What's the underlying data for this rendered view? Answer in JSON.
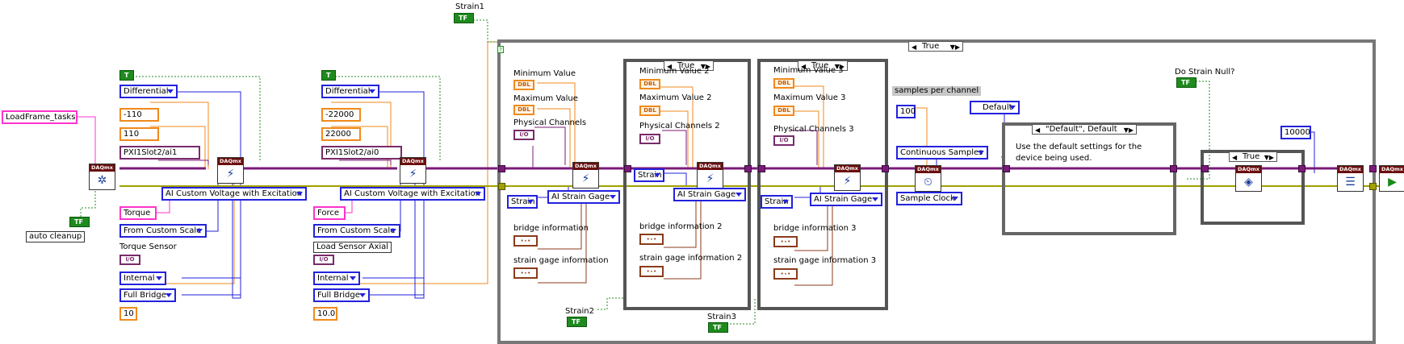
{
  "labels": {
    "strain1": "Strain1",
    "strain2": "Strain2",
    "strain3": "Strain3",
    "do_strain_null": "Do Strain Null?",
    "auto_cleanup": "auto cleanup",
    "torque_sensor": "Torque Sensor",
    "load_sensor_axial": "Load Sensor Axial",
    "min_value": "Minimum Value",
    "max_value": "Maximum Value",
    "phys_channels": "Physical Channels",
    "min_value_2": "Minimum Value 2",
    "max_value_2": "Maximum Value 2",
    "phys_channels_2": "Physical Channels 2",
    "min_value_3": "Minimum Value 3",
    "max_value_3": "Maximum Value 3",
    "phys_channels_3": "Physical Channels 3",
    "bridge_info": "bridge information",
    "strain_gage_info": "strain gage information",
    "bridge_info_2": "bridge information 2",
    "strain_gage_info_2": "strain gage information 2",
    "bridge_info_3": "bridge information 3",
    "strain_gage_info_3": "strain gage information 3",
    "samples_per_channel": "samples per channel",
    "default_comment": "Use the default settings for the device being used."
  },
  "constants": {
    "task_name": "LoadFrame_tasks",
    "differential_1": "Differential",
    "min_1": "-110",
    "max_1": "110",
    "channel_1": "PXI1Slot2/ai1",
    "ai_type_1": "AI Custom Voltage with Excitation",
    "torque": "Torque",
    "scale_1": "From Custom Scale",
    "internal_1": "Internal",
    "full_bridge_1": "Full Bridge",
    "ten_1": "10",
    "differential_2": "Differential",
    "min_2": "-22000",
    "max_2": "22000",
    "channel_2": "PXI1Slot2/ai0",
    "ai_type_2": "AI Custom Voltage with Excitation",
    "force": "Force",
    "scale_2": "From Custom Scale",
    "internal_2": "Internal",
    "full_bridge_2": "Full Bridge",
    "ten_2": "10.0",
    "strain_a": "Strain",
    "strain_gage_a": "AI Strain Gage",
    "strain_b": "Strain",
    "strain_gage_b": "AI Strain Gage",
    "strain_c": "Strain",
    "strain_gage_c": "AI Strain Gage",
    "samples": "100",
    "continuous": "Continuous Samples",
    "default_sel": "Default",
    "sample_clock": "Sample Clock",
    "timeout": "10000"
  },
  "terminals": {
    "tf": "TF",
    "t": "T",
    "dbl": "DBL",
    "io": "I/O",
    "cluster": "•⋆•"
  },
  "case_selectors": {
    "outer": "True",
    "inner1": "True",
    "inner2": "True",
    "default_case": "\"Default\", Default",
    "null_case": "True"
  },
  "vi_header": "DAQmx",
  "colors": {
    "wire_task": "#7a1b7a",
    "wire_error": "#a0a000",
    "wire_number": "#f08a1c",
    "wire_enum": "#2222dd",
    "wire_string": "#ff33cc",
    "wire_bool": "#2a8a2a",
    "wire_cluster": "#8b3b1a"
  }
}
